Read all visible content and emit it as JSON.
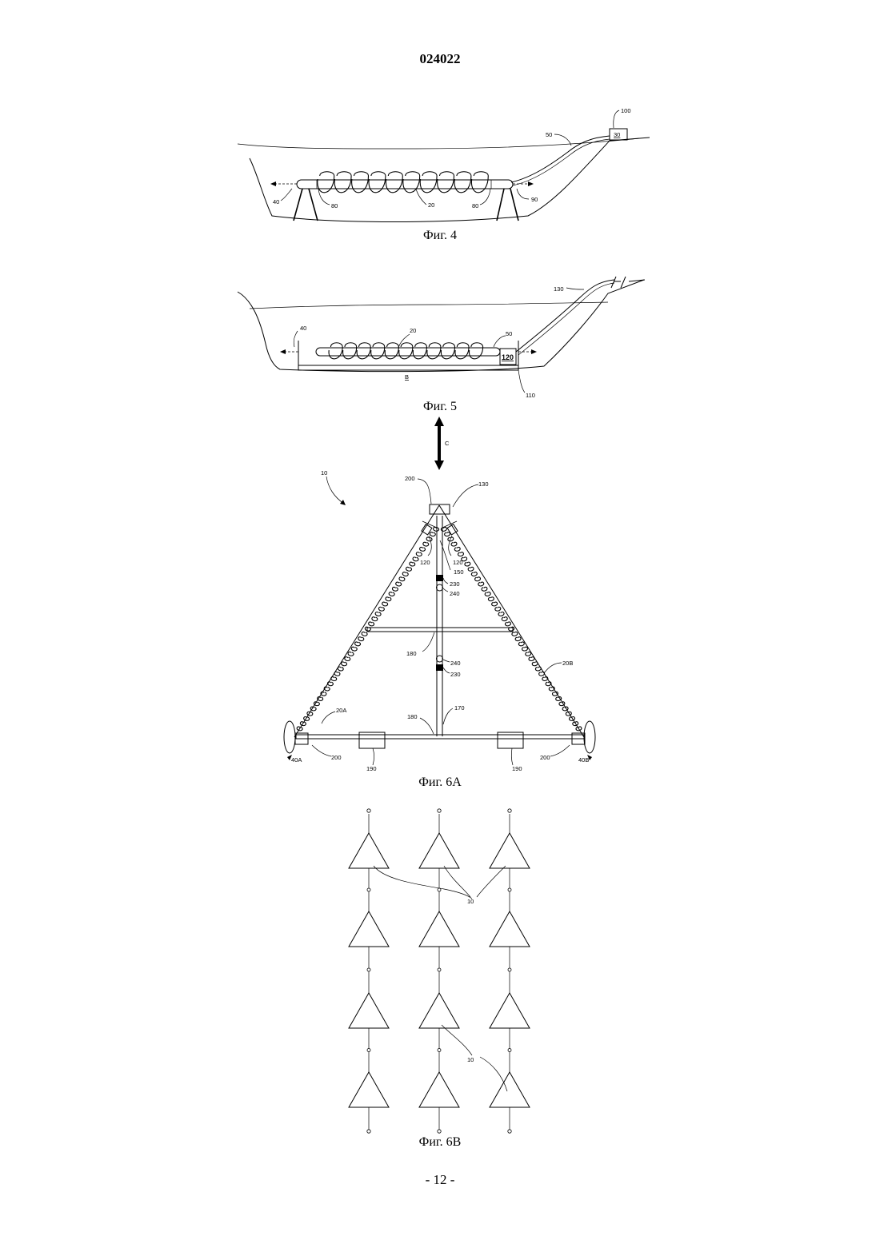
{
  "header": {
    "doc_number": "024022"
  },
  "footer": {
    "page_number": "- 12 -"
  },
  "fig4": {
    "caption": "Фиг. 4",
    "labels": {
      "l100": "100",
      "l50": "50",
      "l30": "30",
      "l40": "40",
      "l80a": "80",
      "l20": "20",
      "l80b": "80",
      "l90": "90"
    }
  },
  "fig5": {
    "caption": "Фиг. 5",
    "labels": {
      "l130": "130",
      "l40": "40",
      "l20": "20",
      "l50": "50",
      "l120": "120",
      "lB": "B",
      "l110": "110"
    }
  },
  "fig6a": {
    "caption": "Фиг. 6A",
    "labels": {
      "lC": "C",
      "l10": "10",
      "l200t": "200",
      "l130": "130",
      "l120l": "120",
      "l120r": "120",
      "l150": "150",
      "l230a": "230",
      "l240a": "240",
      "l180a": "180",
      "l240b": "240",
      "l230b": "230",
      "l20B": "20B",
      "l20A": "20A",
      "l170": "170",
      "l180b": "180",
      "l40A": "40A",
      "l200l": "200",
      "l190l": "190",
      "l190r": "190",
      "l200r": "200",
      "l40B": "40B"
    }
  },
  "fig6b": {
    "caption": "Фиг. 6B",
    "labels": {
      "l10a": "10",
      "l10b": "10"
    }
  }
}
